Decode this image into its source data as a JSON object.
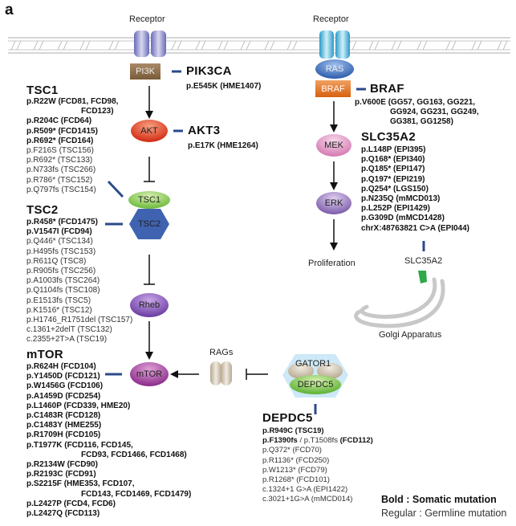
{
  "panel_label": "a",
  "membrane": {
    "receptor_left_label": "Receptor",
    "receptor_right_label": "Receptor"
  },
  "nodes": {
    "pi3k": "PI3K",
    "akt": "AKT",
    "tsc1": "TSC1",
    "tsc2": "TSC2",
    "rheb": "Rheb",
    "mtor": "mTOR",
    "rags": "RAGs",
    "gator1": "GATOR1",
    "depdc5": "DEPDC5",
    "ras": "RAS",
    "braf": "BRAF",
    "mek": "MEK",
    "erk": "ERK",
    "proliferation": "Proliferation",
    "slc35a2": "SLC35A2",
    "golgi": "Golgi Apparatus"
  },
  "colors": {
    "link_line": "#2b4a8a",
    "pi3k": "#8a6a48",
    "akt": "#d83a20",
    "tsc1": "#7cc444",
    "tsc2": "#3f63b0",
    "rheb": "#7a4aa8",
    "mtor": "#9a3a94",
    "ras": "#3a6ab0",
    "braf": "#e07020",
    "mek": "#d888bc",
    "erk": "#8a6ab0",
    "golgi": "#c8c8c8",
    "slc35a2_marker": "#2fa84a"
  },
  "genes": {
    "pik3ca": {
      "name": "PIK3CA",
      "mutations": [
        {
          "text": "p.E545K (HME1407)",
          "bold": true
        }
      ]
    },
    "akt3": {
      "name": "AKT3",
      "mutations": [
        {
          "text": "p.E17K (HME1264)",
          "bold": true
        }
      ]
    },
    "tsc1": {
      "name": "TSC1",
      "mutations": [
        {
          "text": "p.R22W (FCD81, FCD98,",
          "bold": true
        },
        {
          "text": "FCD123)",
          "bold": true,
          "indent": true
        },
        {
          "text": "p.R204C (FCD64)",
          "bold": true
        },
        {
          "text": "p.R509* (FCD1415)",
          "bold": true
        },
        {
          "text": "p.R692* (FCD164)",
          "bold": true
        },
        {
          "text": "p.F216S (TSC156)",
          "bold": false
        },
        {
          "text": "p.R692* (TSC133)",
          "bold": false
        },
        {
          "text": "p.N733fs (TSC266)",
          "bold": false
        },
        {
          "text": "p.R786* (TSC152)",
          "bold": false
        },
        {
          "text": "p.Q797fs (TSC154)",
          "bold": false
        }
      ]
    },
    "tsc2": {
      "name": "TSC2",
      "mutations": [
        {
          "text": "p.R458* (FCD1475)",
          "bold": true
        },
        {
          "text": "p.V1547I (FCD94)",
          "bold": true
        },
        {
          "text": "p.Q446* (TSC134)",
          "bold": false
        },
        {
          "text": "p.H495fs (TSC153)",
          "bold": false
        },
        {
          "text": "p.R611Q (TSC8)",
          "bold": false
        },
        {
          "text": "p.R905fs (TSC256)",
          "bold": false
        },
        {
          "text": "p.A1003fs (TSC264)",
          "bold": false
        },
        {
          "text": "p.Q1104fs (TSC108)",
          "bold": false
        },
        {
          "text": "p.E1513fs (TSC5)",
          "bold": false
        },
        {
          "text": "p.K1516* (TSC12)",
          "bold": false
        },
        {
          "text": "p.H1746_R1751del (TSC157)",
          "bold": false
        },
        {
          "text": "c.1361+2delT (TSC132)",
          "bold": false
        },
        {
          "text": "c.2355+2T>A (TSC19)",
          "bold": false
        }
      ]
    },
    "mtor": {
      "name": "mTOR",
      "mutations": [
        {
          "text": "p.R624H (FCD104)",
          "bold": true
        },
        {
          "text": "p.Y1450D (FCD121)",
          "bold": true
        },
        {
          "text": "p.W1456G (FCD106)",
          "bold": true
        },
        {
          "text": "p.A1459D (FCD254)",
          "bold": true
        },
        {
          "text": "p.L1460P (FCD339, HME20)",
          "bold": true
        },
        {
          "text": "p.C1483R (FCD128)",
          "bold": true
        },
        {
          "text": "p.C1483Y (HME255)",
          "bold": true
        },
        {
          "text": "p.R1709H (FCD105)",
          "bold": true
        },
        {
          "text": "p.T1977K (FCD116, FCD145,",
          "bold": true
        },
        {
          "text": "FCD93, FCD1466, FCD1468)",
          "bold": true,
          "indent": true
        },
        {
          "text": "p.R2134W (FCD90)",
          "bold": true
        },
        {
          "text": "p.R2193C (FCD91)",
          "bold": true
        },
        {
          "text": "p.S2215F (HME353, FCD107,",
          "bold": true
        },
        {
          "text": "FCD143, FCD1469, FCD1479)",
          "bold": true,
          "indent": true
        },
        {
          "text": "p.L2427P (FCD4, FCD6)",
          "bold": true
        },
        {
          "text": "p.L2427Q (FCD113)",
          "bold": true
        }
      ]
    },
    "braf": {
      "name": "BRAF",
      "mutations": [
        {
          "text": "p.V600E (GG57, GG163, GG221,",
          "bold": true
        },
        {
          "text": "GG924, GG231, GG249,",
          "bold": true,
          "indent": true
        },
        {
          "text": "GG381, GG1258)",
          "bold": true,
          "indent": true
        }
      ]
    },
    "slc35a2": {
      "name": "SLC35A2",
      "mutations": [
        {
          "text": "p.L148P (EPI395)",
          "bold": true
        },
        {
          "text": "p.Q168* (EPI340)",
          "bold": true
        },
        {
          "text": "p.Q185* (EPI147)",
          "bold": true
        },
        {
          "text": "p.Q197* (EPI219)",
          "bold": true
        },
        {
          "text": "p.Q254* (LGS150)",
          "bold": true
        },
        {
          "text": "p.N235Q (mMCD013)",
          "bold": true
        },
        {
          "text": "p.L252P (EPI1429)",
          "bold": true
        },
        {
          "text": "p.G309D (mMCD1428)",
          "bold": true
        },
        {
          "text": "chrX:48763821 C>A (EPI044)",
          "bold": true
        }
      ]
    },
    "depdc5": {
      "name": "DEPDC5",
      "mutations": [
        {
          "text": "p.R949C (TSC19)",
          "bold": true
        },
        {
          "parts": [
            {
              "text": "p.F1390fs",
              "bold": true
            },
            {
              "text": " / p.T1508fs ",
              "bold": false
            },
            {
              "text": "(FCD112)",
              "bold": true
            }
          ]
        },
        {
          "text": "p.Q372* (FCD70)",
          "bold": false
        },
        {
          "text": "p.R1136* (FCD250)",
          "bold": false
        },
        {
          "text": "p.W1213* (FCD79)",
          "bold": false
        },
        {
          "text": "p.R1268* (FCD101)",
          "bold": false
        },
        {
          "text": "c.1324+1 G>A (EPI1422)",
          "bold": false
        },
        {
          "text": "c.3021+1G>A (mMCD014)",
          "bold": false
        }
      ]
    }
  },
  "legend": {
    "bold_label": "Bold : Somatic mutation",
    "regular_label": "Regular : Germline mutation"
  }
}
